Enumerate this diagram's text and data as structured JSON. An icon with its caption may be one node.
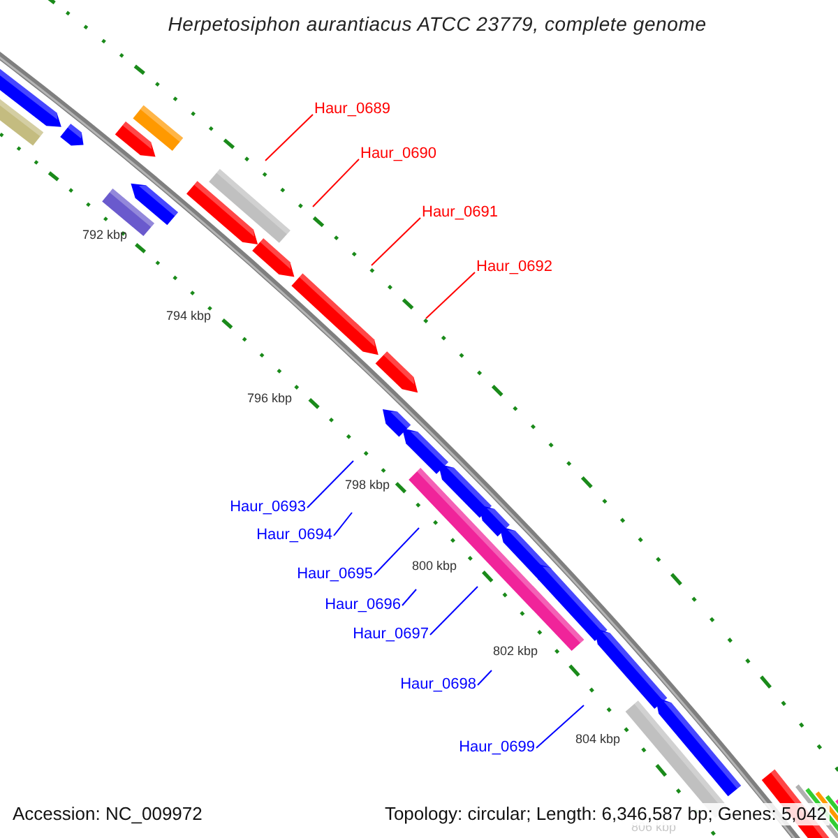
{
  "diagram": {
    "title": "Herpetosiphon aurantiacus ATCC 23779, complete genome",
    "nodes": [
      {
        "text": [
          "Haur_0689"
        ]
      },
      {
        "text": [
          "Haur_0690"
        ]
      },
      {
        "text": [
          "Haur_0691"
        ]
      },
      {
        "text": [
          "Haur_0692"
        ]
      },
      {
        "text": [
          "Haur_0693"
        ]
      },
      {
        "text": [
          "Haur_0694"
        ]
      },
      {
        "text": [
          "Haur_0695"
        ]
      },
      {
        "text": [
          "Haur_0696"
        ]
      },
      {
        "text": [
          "Haur_0697"
        ]
      },
      {
        "text": [
          "Haur_0698"
        ]
      },
      {
        "text": [
          "Haur_0699"
        ]
      }
    ],
    "edges": [
      {
        "from": 0,
        "to": null,
        "arrow": "none",
        "color": "#ff0000"
      },
      {
        "from": 1,
        "to": null,
        "arrow": "none",
        "color": "#ff0000"
      },
      {
        "from": 2,
        "to": null,
        "arrow": "none",
        "color": "#ff0000"
      },
      {
        "from": 3,
        "to": null,
        "arrow": "none",
        "color": "#ff0000"
      },
      {
        "from": 4,
        "to": null,
        "arrow": "none"
      },
      {
        "from": 5,
        "to": null,
        "arrow": "none"
      },
      {
        "from": 6,
        "to": null,
        "arrow": "none"
      },
      {
        "from": 7,
        "to": null,
        "arrow": "none"
      },
      {
        "from": 8,
        "to": null,
        "arrow": "none"
      },
      {
        "from": 9,
        "to": null,
        "arrow": "none"
      },
      {
        "from": 10,
        "to": null,
        "arrow": "none"
      }
    ],
    "labels": [
      "792 kbp",
      "794 kbp",
      "796 kbp",
      "798 kbp",
      "800 kbp",
      "802 kbp",
      "804 kbp",
      "806 kbp",
      "Accession: NC_009972",
      "Topology: circular; Length: 6,346,587 bp; Genes: 5,042"
    ]
  }
}
